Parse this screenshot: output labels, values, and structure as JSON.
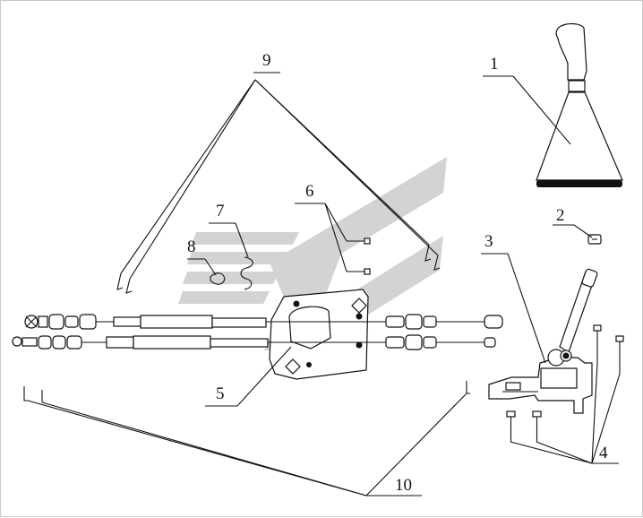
{
  "diagram": {
    "watermark": {
      "color": "#d3d3d3"
    },
    "callouts": [
      {
        "id": "1",
        "label": "1"
      },
      {
        "id": "2",
        "label": "2"
      },
      {
        "id": "3",
        "label": "3"
      },
      {
        "id": "4",
        "label": "4"
      },
      {
        "id": "5",
        "label": "5"
      },
      {
        "id": "6",
        "label": "6"
      },
      {
        "id": "7",
        "label": "7"
      },
      {
        "id": "8",
        "label": "8"
      },
      {
        "id": "9",
        "label": "9"
      },
      {
        "id": "10",
        "label": "10"
      }
    ]
  }
}
